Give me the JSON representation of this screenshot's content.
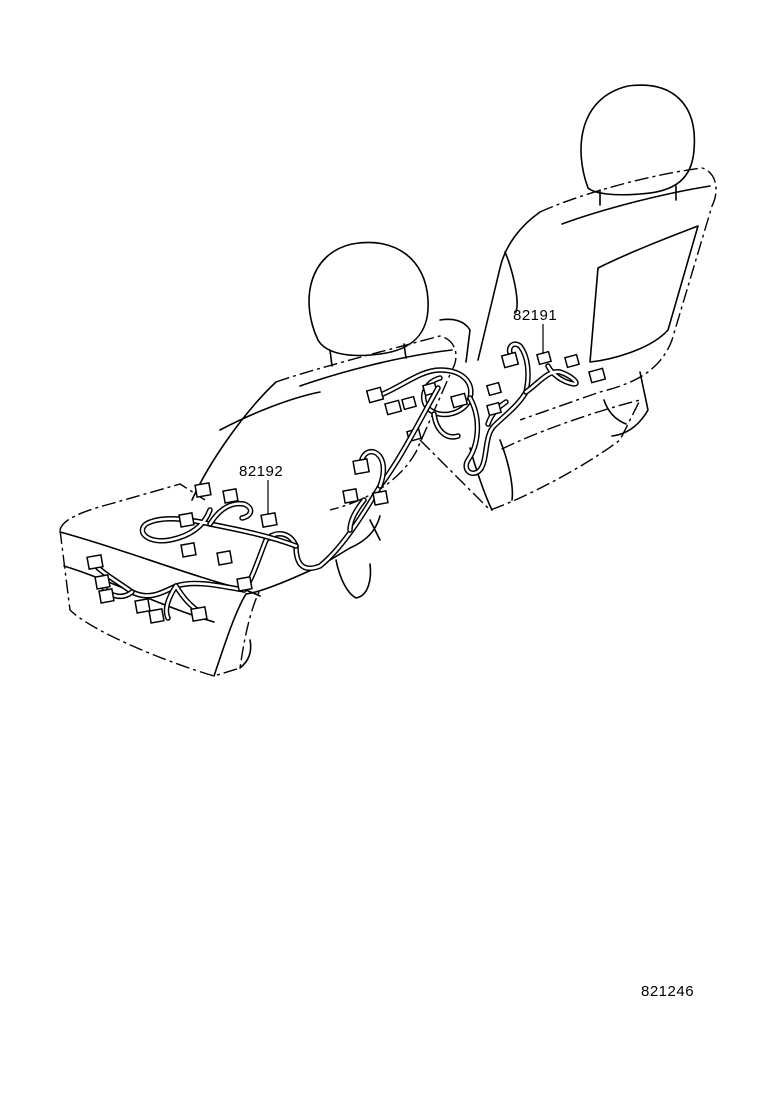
{
  "parts": {
    "right_harness": "82191",
    "left_harness": "82192"
  },
  "illustration_number": "821246"
}
